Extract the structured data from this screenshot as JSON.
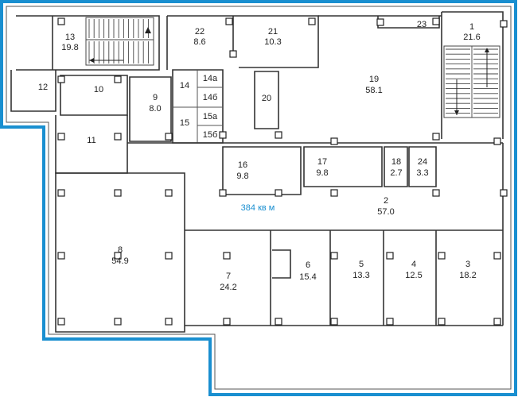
{
  "plan": {
    "total_area_label": "384 кв м",
    "outline_color": "#1a8fd0",
    "rooms": [
      {
        "id": "1",
        "number": "1",
        "area": "21.6"
      },
      {
        "id": "2",
        "number": "2",
        "area": "57.0"
      },
      {
        "id": "3",
        "number": "3",
        "area": "18.2"
      },
      {
        "id": "4",
        "number": "4",
        "area": "12.5"
      },
      {
        "id": "5",
        "number": "5",
        "area": "13.3"
      },
      {
        "id": "6",
        "number": "6",
        "area": "15.4"
      },
      {
        "id": "7",
        "number": "7",
        "area": "24.2"
      },
      {
        "id": "8",
        "number": "8",
        "area": "54.9"
      },
      {
        "id": "9",
        "number": "9",
        "area": "8.0"
      },
      {
        "id": "10",
        "number": "10",
        "area": ""
      },
      {
        "id": "11",
        "number": "11",
        "area": ""
      },
      {
        "id": "12",
        "number": "12",
        "area": ""
      },
      {
        "id": "13",
        "number": "13",
        "area": "19.8"
      },
      {
        "id": "14",
        "number": "14",
        "area": ""
      },
      {
        "id": "14a",
        "number": "14а",
        "area": ""
      },
      {
        "id": "14b",
        "number": "14б",
        "area": ""
      },
      {
        "id": "15",
        "number": "15",
        "area": ""
      },
      {
        "id": "15a",
        "number": "15а",
        "area": ""
      },
      {
        "id": "15b",
        "number": "15б",
        "area": ""
      },
      {
        "id": "16",
        "number": "16",
        "area": "9.8"
      },
      {
        "id": "17",
        "number": "17",
        "area": "9.8"
      },
      {
        "id": "18",
        "number": "18",
        "area": "2.7"
      },
      {
        "id": "19",
        "number": "19",
        "area": "58.1"
      },
      {
        "id": "20",
        "number": "20",
        "area": ""
      },
      {
        "id": "21",
        "number": "21",
        "area": "10.3"
      },
      {
        "id": "22",
        "number": "22",
        "area": "8.6"
      },
      {
        "id": "23",
        "number": "23",
        "area": ""
      },
      {
        "id": "24",
        "number": "24",
        "area": "3.3"
      }
    ]
  }
}
